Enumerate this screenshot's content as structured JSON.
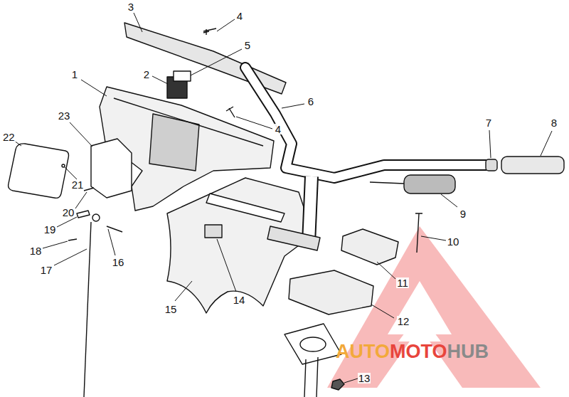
{
  "diagram": {
    "labels": [
      "3",
      "4",
      "5",
      "2",
      "1",
      "6",
      "4",
      "7",
      "8",
      "23",
      "22",
      "21",
      "20",
      "9",
      "19",
      "10",
      "18",
      "16",
      "17",
      "11",
      "14",
      "15",
      "12",
      "13",
      "AUTO",
      "MOTO",
      "HUB"
    ]
  }
}
